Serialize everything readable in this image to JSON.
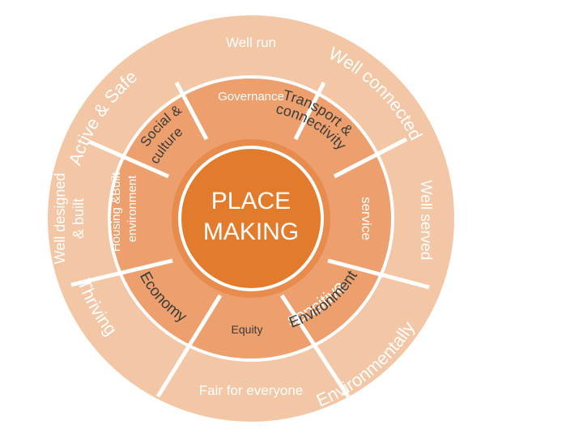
{
  "colors": {
    "outer_ring": "#F3C7A5",
    "middle_ring": "#EDA06E",
    "inner_ring": "#E88C4E",
    "center": "#E37B2C",
    "divider": "#FFFFFF",
    "text_light": "#FFFFFF",
    "text_dark": "#3B3B3B"
  },
  "center": {
    "line1": "PLACE",
    "line2": "MAKING"
  },
  "outer_segments": {
    "well_run": "Well run",
    "well_connected": "Well connected",
    "well_served": "Well served",
    "environmentally": "Environmentally",
    "sensitive": "sensitive",
    "fair_for_everyone": "Fair for everyone",
    "thriving": "Thriving",
    "well_designed_1": "Well designed",
    "well_designed_2": "& built",
    "active_safe": "Active & Safe"
  },
  "inner_segments": {
    "governance": "Governance",
    "transport_1": "Transport &",
    "transport_2": "connectivity",
    "service": "service",
    "environment": "Environment",
    "equity": "Equity",
    "economy": "Economy",
    "housing_1": "Housing &Built",
    "housing_2": "environment",
    "social_1": "Social &",
    "social_2": "culture"
  }
}
